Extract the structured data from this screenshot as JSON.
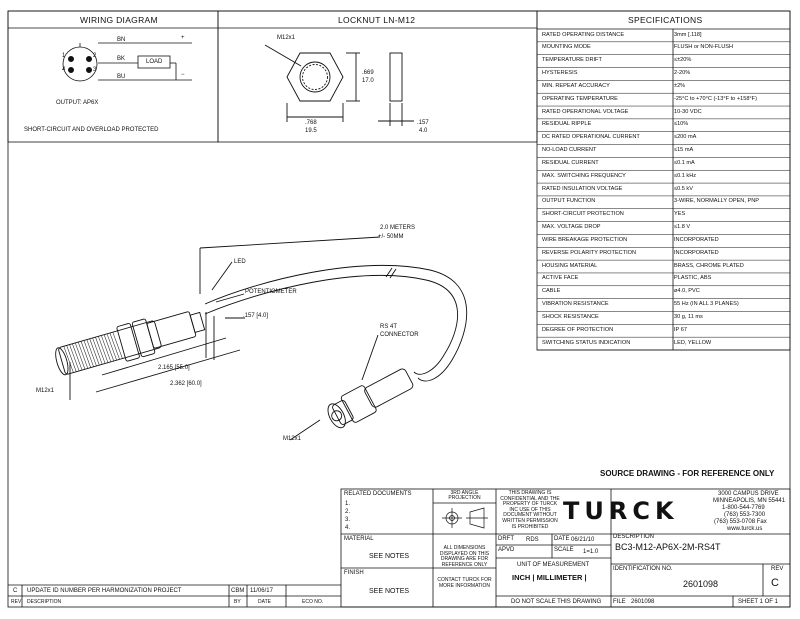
{
  "wiring": {
    "title": "WIRING DIAGRAM",
    "wire_bn": "BN",
    "wire_bk": "BK",
    "wire_bu": "BU",
    "plus": "+",
    "minus": "−",
    "load": "LOAD",
    "pin1": "1",
    "pin2": "2",
    "pin3": "3",
    "pin4": "4",
    "output": "OUTPUT: AP6X",
    "protection": "SHORT-CIRCUIT AND OVERLOAD PROTECTED"
  },
  "locknut": {
    "title": "LOCKNUT LN-M12",
    "thread": "M12x1",
    "dim_across_in": ".669",
    "dim_across_mm": "17.0",
    "dim_width_in": ".768",
    "dim_width_mm": "19.5",
    "dim_thick_in": ".157",
    "dim_thick_mm": "4.0"
  },
  "specifications": {
    "title": "SPECIFICATIONS",
    "rows": [
      {
        "name": "RATED OPERATING DISTANCE",
        "value": "3mm [.118]"
      },
      {
        "name": "MOUNTING MODE",
        "value": "FLUSH or NON-FLUSH"
      },
      {
        "name": "TEMPERATURE DRIFT",
        "value": "≤±20%"
      },
      {
        "name": "HYSTERESIS",
        "value": "2-20%"
      },
      {
        "name": "MIN. REPEAT ACCURACY",
        "value": "±2%"
      },
      {
        "name": "OPERATING TEMPERATURE",
        "value": "-25°C to +70°C (-13°F to +158°F)"
      },
      {
        "name": "RATED OPERATIONAL VOLTAGE",
        "value": "10-30 VDC"
      },
      {
        "name": "RESIDUAL RIPPLE",
        "value": "≤10%"
      },
      {
        "name": "DC RATED OPERATIONAL CURRENT",
        "value": "≤200 mA"
      },
      {
        "name": "NO-LOAD CURRENT",
        "value": "≤15 mA"
      },
      {
        "name": "RESIDUAL CURRENT",
        "value": "≤0.1 mA"
      },
      {
        "name": "MAX. SWITCHING FREQUENCY",
        "value": "≤0.1 kHz"
      },
      {
        "name": "RATED INSULATION VOLTAGE",
        "value": "≤0.5 kV"
      },
      {
        "name": "OUTPUT FUNCTION",
        "value": "3-WIRE, NORMALLY OPEN, PNP"
      },
      {
        "name": "SHORT-CIRCUIT PROTECTION",
        "value": "YES"
      },
      {
        "name": "MAX. VOLTAGE DROP",
        "value": "≤1.8 V"
      },
      {
        "name": "WIRE BREAKAGE PROTECTION",
        "value": "INCORPORATED"
      },
      {
        "name": "REVERSE POLARITY PROTECTION",
        "value": "INCORPORATED"
      },
      {
        "name": "HOUSING MATERIAL",
        "value": "BRASS, CHROME PLATED"
      },
      {
        "name": "ACTIVE FACE",
        "value": "PLASTIC, ABS"
      },
      {
        "name": "CABLE",
        "value": "ø4.0, PVC"
      },
      {
        "name": "VIBRATION RESISTANCE",
        "value": "55 Hz (IN ALL 3 PLANES)"
      },
      {
        "name": "SHOCK RESISTANCE",
        "value": "30 g, 11 ms"
      },
      {
        "name": "DEGREE OF PROTECTION",
        "value": "IP 67"
      },
      {
        "name": "SWITCHING STATUS INDICATION",
        "value": "LED, YELLOW"
      }
    ]
  },
  "drawing": {
    "cable_length": "2.0 METERS",
    "cable_tolerance": "+/- 50MM",
    "led": "LED",
    "potentiometer": "POTENTIOMETER",
    "dim_157": ".157 [4.0]",
    "dim_2165": "2.165 [55.0]",
    "dim_2362": "2.362 [60.0]",
    "thread_sensor": "M12x1",
    "connector_line1": "RS 4T",
    "connector_line2": "CONNECTOR",
    "thread_connector": "M12x1",
    "source_note": "SOURCE DRAWING - FOR REFERENCE ONLY"
  },
  "title_block": {
    "related_documents": "RELATED DOCUMENTS",
    "rel1": "1.",
    "rel2": "2.",
    "rel3": "3.",
    "rel4": "4.",
    "material_label": "MATERIAL",
    "material_value": "SEE NOTES",
    "finish_label": "FINISH",
    "finish_value": "SEE NOTES",
    "projection_line1": "3RD ANGLE",
    "projection_line2": "PROJECTION",
    "confidential_text": "THIS DRAWING IS CONFIDENTIAL AND THE PROPERTY OF TURCK INC USE OF THIS DOCUMENT WITHOUT WRITTEN PERMISSION IS PROHIBITED",
    "dimensions_text": "ALL DIMENSIONS DISPLAYED ON THIS DRAWING ARE FOR REFERENCE ONLY",
    "contact_text": "CONTACT TURCK FOR MORE INFORMATION",
    "drft_label": "DRFT",
    "drft_value": "RDS",
    "date_label": "DATE",
    "date_value": "06/21/10",
    "apvd_label": "APVD",
    "scale_label": "SCALE",
    "scale_value": "1=1.0",
    "unit_label": "UNIT OF MEASUREMENT",
    "unit_value": "INCH | MILLIMETER |",
    "no_scale": "DO NOT SCALE THIS DRAWING",
    "logo": "TURCK",
    "addr1": "3000 CAMPUS DRIVE",
    "addr2": "MINNEAPOLIS, MN 55441",
    "addr3": "1-800-544-7769",
    "addr4": "(763) 553-7300",
    "addr5": "(763) 553-0708 Fax",
    "addr6": "www.turck.us",
    "description_label": "DESCRIPTION",
    "description_value": "BC3-M12-AP6X-2M-RS4T",
    "id_label": "IDENTIFICATION NO.",
    "id_value": "2601098",
    "rev_label": "REV",
    "rev_value": "C",
    "file_label": "FILE",
    "file_value": "2601098",
    "sheet_value": "SHEET 1 OF 1"
  },
  "revision": {
    "rev": "C",
    "description": "UPDATE ID NUMBER PER HARMONIZATION PROJECT",
    "by": "CBM",
    "date": "11/06/17",
    "col_rev": "REV",
    "col_description": "DESCRIPTION",
    "col_by": "BY",
    "col_date": "DATE",
    "col_eco": "ECO NO."
  }
}
